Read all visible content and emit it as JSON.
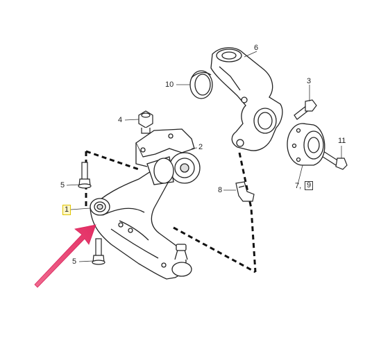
{
  "diagram": {
    "callouts": {
      "c1": "1",
      "c2": "2",
      "c3": "3",
      "c4": "4",
      "c5a": "5",
      "c5b": "5",
      "c6": "6",
      "c7": "7,",
      "c8": "8",
      "c9": "9",
      "c10": "10",
      "c11": "11"
    },
    "highlight_part": "1",
    "arrow_color": "#e83a6b",
    "highlight_color": "#f3e000"
  }
}
